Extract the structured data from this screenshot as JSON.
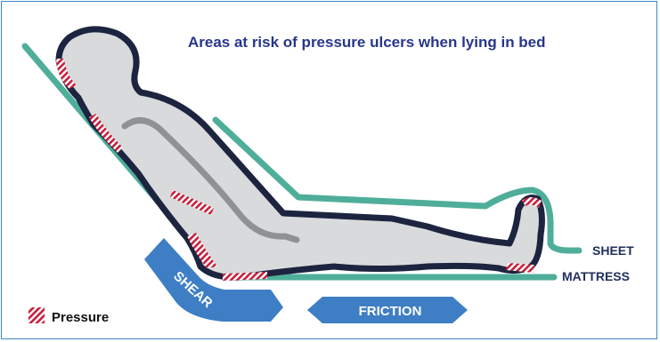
{
  "title": "Areas at risk of pressure ulcers when lying in bed",
  "labels": {
    "sheet": "SHEET",
    "mattress": "MATTRESS",
    "shear": "SHEAR",
    "friction": "FRICTION"
  },
  "legend": {
    "pressure": "Pressure"
  },
  "colors": {
    "frame": "#3e86c7",
    "title": "#27368c",
    "body_fill": "#d9dadb",
    "body_outline": "#1c2440",
    "sheet": "#4fae9a",
    "pressure": "#c81e3c",
    "arrows": "#3e7ec4"
  }
}
